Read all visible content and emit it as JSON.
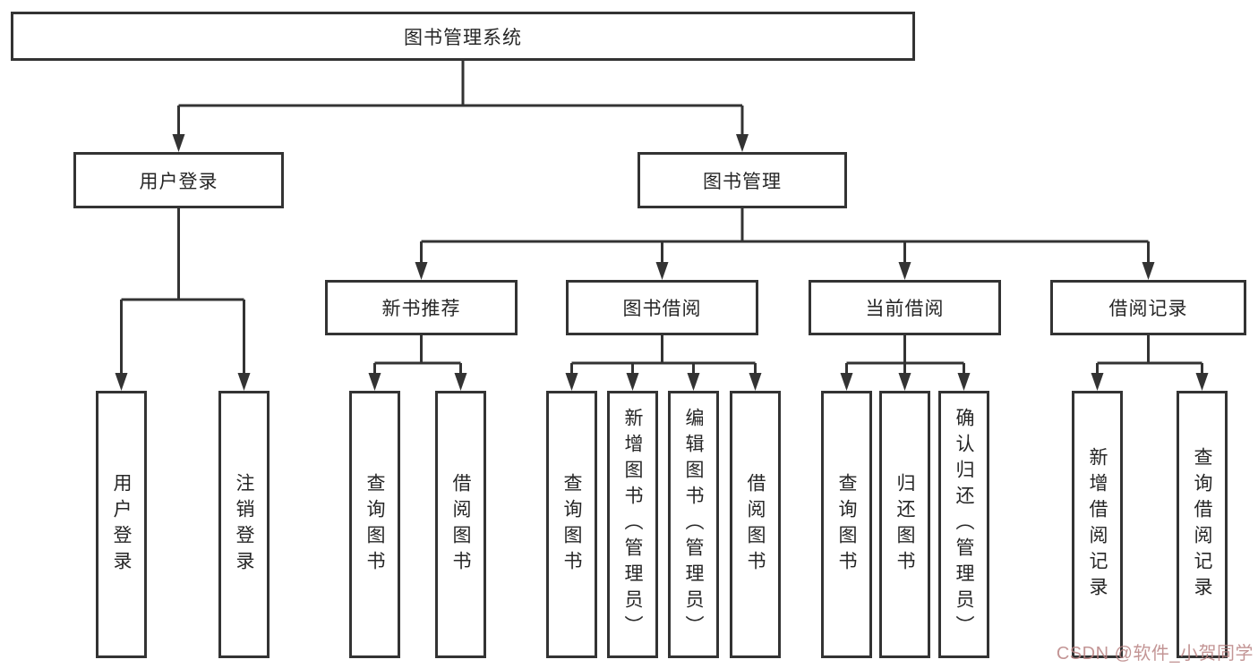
{
  "diagram_title": "图书管理系统",
  "tree": {
    "label": "图书管理系统",
    "children": [
      {
        "label": "用户登录",
        "children": [
          {
            "label": "用户登录"
          },
          {
            "label": "注销登录"
          }
        ]
      },
      {
        "label": "图书管理",
        "children": [
          {
            "label": "新书推荐",
            "children": [
              {
                "label": "查询图书"
              },
              {
                "label": "借阅图书"
              }
            ]
          },
          {
            "label": "图书借阅",
            "children": [
              {
                "label": "查询图书"
              },
              {
                "label": "新增图书（管理员）"
              },
              {
                "label": "编辑图书（管理员）"
              },
              {
                "label": "借阅图书"
              }
            ]
          },
          {
            "label": "当前借阅",
            "children": [
              {
                "label": "查询图书"
              },
              {
                "label": "归还图书"
              },
              {
                "label": "确认归还（管理员）"
              }
            ]
          },
          {
            "label": "借阅记录",
            "children": [
              {
                "label": "新增借阅记录"
              },
              {
                "label": "查询借阅记录"
              }
            ]
          }
        ]
      }
    ]
  },
  "watermark": {
    "text": "CSDN @软件_小贺同学"
  },
  "colors": {
    "line": "#333333",
    "box_border": "#333333",
    "text": "#262626",
    "watermark": "#b98282",
    "background": "#ffffff"
  }
}
